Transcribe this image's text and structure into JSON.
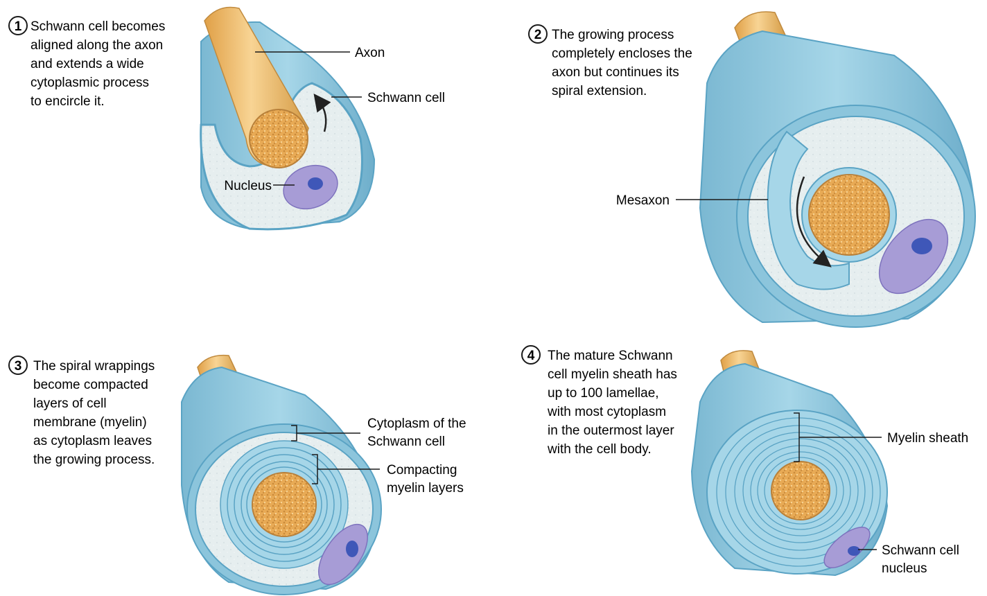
{
  "colors": {
    "membrane": "#8cc5dc",
    "membrane_dark": "#5aa3c4",
    "cytoplasm": "#e6eeef",
    "axon": "#e8aa55",
    "axon_light": "#f5cf88",
    "nucleus": "#9a8fd0",
    "nucleolus": "#3f57b8"
  },
  "steps": [
    {
      "number": "1",
      "lines": [
        "Schwann cell becomes",
        "aligned along the axon",
        "and extends a wide",
        "cytoplasmic process",
        "to encircle it."
      ],
      "labels": {
        "axon": "Axon",
        "schwann_cell": "Schwann cell",
        "nucleus": "Nucleus"
      }
    },
    {
      "number": "2",
      "lines": [
        "The growing process",
        "completely encloses the",
        "axon but continues its",
        "spiral extension."
      ],
      "labels": {
        "mesaxon": "Mesaxon"
      }
    },
    {
      "number": "3",
      "lines": [
        "The spiral wrappings",
        "become compacted",
        "layers of cell",
        "membrane (myelin)",
        "as cytoplasm leaves",
        "the growing process."
      ],
      "labels": {
        "cytoplasm": [
          "Cytoplasm of the",
          "Schwann cell"
        ],
        "compacting": [
          "Compacting",
          "myelin layers"
        ]
      }
    },
    {
      "number": "4",
      "lines": [
        "The mature Schwann",
        "cell myelin sheath has",
        "up to 100 lamellae,",
        "with most cytoplasm",
        "in the outermost layer",
        "with the cell body."
      ],
      "labels": {
        "myelin_sheath": "Myelin sheath",
        "nucleus": [
          "Schwann cell",
          "nucleus"
        ]
      }
    }
  ]
}
